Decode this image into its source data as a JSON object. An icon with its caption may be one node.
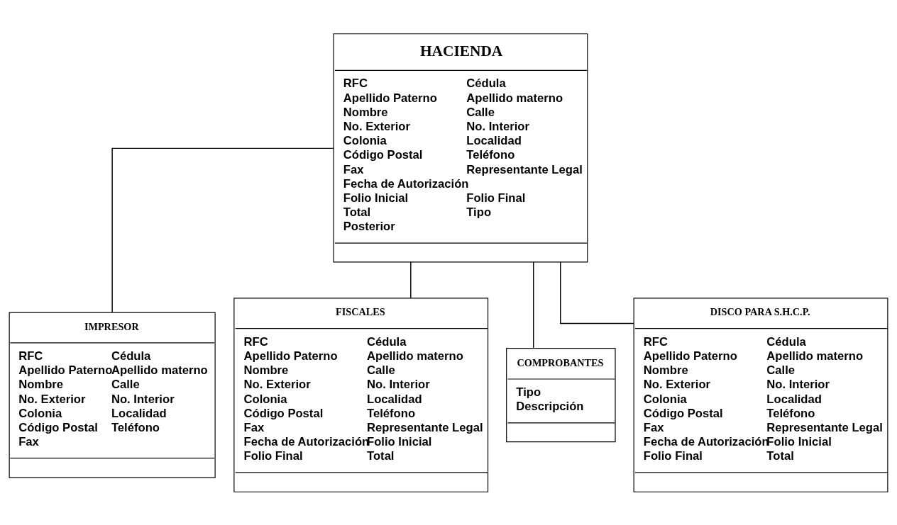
{
  "diagram": {
    "nodes": [
      {
        "text": [
          "HACIENDA",
          "RFC",
          "Cédula",
          "Apellido Paterno",
          "Apellido materno",
          "Nombre",
          "Calle",
          "No. Exterior",
          "No. Interior",
          "Colonia",
          "Localidad",
          "Código Postal",
          "Teléfono",
          "Fax",
          "Representante Legal",
          "Fecha de Autorización",
          "Folio Inicial",
          "Folio Final",
          "Total",
          "Tipo",
          "Posterior"
        ]
      },
      {
        "text": [
          "IMPRESOR",
          "RFC",
          "Cédula",
          "Apellido Paterno",
          "Apellido materno",
          "Nombre",
          "Calle",
          "No. Exterior",
          "No. Interior",
          "Colonia",
          "Localidad",
          "Código Postal",
          "Teléfono",
          "Fax"
        ]
      },
      {
        "text": [
          "FISCALES",
          "RFC",
          "Cédula",
          "Apellido Paterno",
          "Apellido materno",
          "Nombre",
          "Calle",
          "No. Exterior",
          "No. Interior",
          "Colonia",
          "Localidad",
          "Código Postal",
          "Teléfono",
          "Fax",
          "Representante Legal",
          "Fecha de Autorización",
          "Folio Inicial",
          "Folio Final",
          "Total"
        ]
      },
      {
        "text": [
          "COMPROBANTES",
          "Tipo",
          "Descripción"
        ]
      },
      {
        "text": [
          "DISCO PARA S.H.C.P.",
          "RFC",
          "Cédula",
          "Apellido Paterno",
          "Apellido materno",
          "Nombre",
          "Calle",
          "No. Exterior",
          "No. Interior",
          "Colonia",
          "Localidad",
          "Código Postal",
          "Teléfono",
          "Fax",
          "Representante Legal",
          "Fecha de Autorización",
          "Folio Inicial",
          "Folio Final",
          "Total"
        ]
      }
    ],
    "edges": [
      {
        "from": 0,
        "to": 1,
        "arrow": "none"
      },
      {
        "from": 0,
        "to": 2,
        "arrow": "none"
      },
      {
        "from": 0,
        "to": 3,
        "arrow": "none"
      },
      {
        "from": 0,
        "to": 4,
        "arrow": "none"
      }
    ]
  }
}
